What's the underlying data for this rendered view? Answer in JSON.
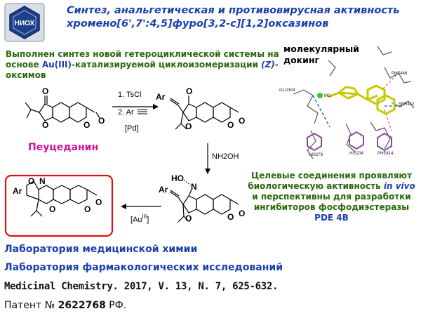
{
  "header": {
    "logo_text": "НИОХ",
    "title_line1": "Синтез, анальгетическая и противовирусная  активность",
    "title_line2": "хромено[6',7':4,5]фуро[3,2-c][1,2]оксазинов"
  },
  "intro": {
    "part1": "Выполнен синтез новой гетероциклической системы на основе ",
    "au": "Au(III)",
    "part2": "-катализируемой циклоизомеризации ",
    "z": "(Z)",
    "part3": "-оксимов"
  },
  "scheme": {
    "step1_line1": "1. TsCl",
    "step1_line2": "2. Ar",
    "catalyst": "[Pd]",
    "start_name": "Пеуцеданин",
    "step2_reagent": "NH2OH",
    "step3_catalyst": "[Au",
    "step3_sup": "III",
    "step3_close": "]",
    "ar_label": "Ar",
    "o_label": "O",
    "n_label": "N",
    "ho_label": "HO"
  },
  "docking": {
    "title_line1": "молекулярный",
    "title_line2": "докинг",
    "residues": [
      "PHE446",
      "GLU304",
      "SER442",
      "HIS278",
      "HIS234",
      "PHE414",
      "MG"
    ]
  },
  "target": {
    "part1": "Целевые соединения проявляют биологическую активность ",
    "in_vivo_1": "in",
    "in_vivo_2": "vivo",
    "part2": " и перспективны для разработки ингибиторов фосфодиэстеразы ",
    "pde": "PDE 4B"
  },
  "footer": {
    "lab1": "Лаборатория медицинской химии",
    "lab2": "Лаборатория фармакологических исследований",
    "reference": "Medicinal Chemistry. 2017, V. 13, N. 7, 625-632.",
    "patent_label": "Патент № ",
    "patent_number": "2622768",
    "patent_suffix": " РФ."
  },
  "colors": {
    "title_blue": "#1a3fb0",
    "green_text": "#2a6a0a",
    "magenta": "#d0139a",
    "highlight_red": "#e01010"
  }
}
